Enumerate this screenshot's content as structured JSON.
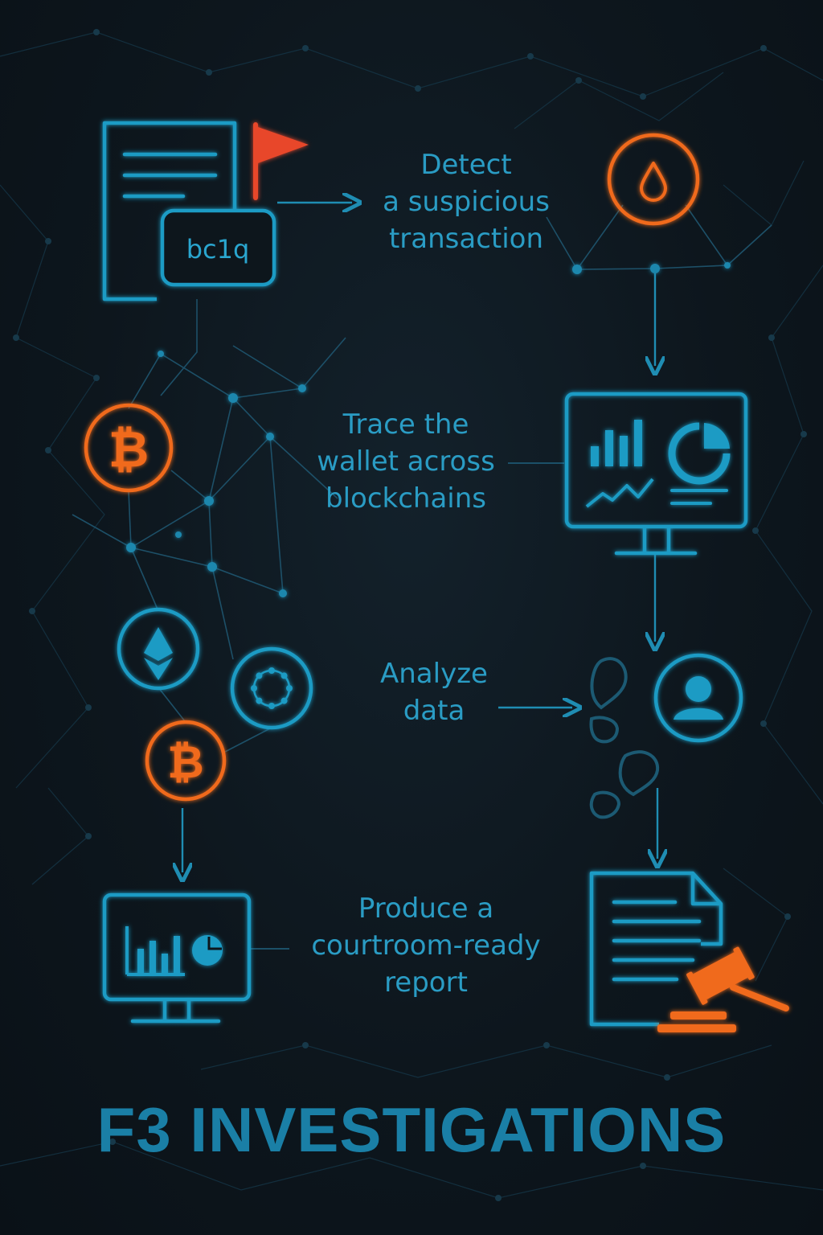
{
  "colors": {
    "background": "#0d161d",
    "accent_blue": "#1f9bc4",
    "text_blue": "#2a9cc4",
    "accent_orange": "#f06a1c",
    "flag_red": "#e8472c",
    "network_line": "#1b4456"
  },
  "steps": [
    {
      "lines": [
        "Detect",
        "a suspicious",
        "transaction"
      ],
      "icon": "flagged-document-icon"
    },
    {
      "lines": [
        "Trace the",
        "wallet across",
        "blockchains"
      ],
      "icon": "analytics-monitor-icon"
    },
    {
      "lines": [
        "Analyze",
        "data"
      ],
      "icon": "user-tracking-icon"
    },
    {
      "lines": [
        "Produce a",
        "courtroom-ready",
        "report"
      ],
      "icon": "legal-report-gavel-icon"
    }
  ],
  "address_tag": "bc1q",
  "icons": {
    "drop": "drop-icon",
    "bitcoin": "bitcoin-icon",
    "ethereum": "ethereum-icon",
    "polkadot": "polkadot-icon",
    "footprints": "footprints-icon",
    "user": "user-icon",
    "gavel": "gavel-icon"
  },
  "brand": "F3 INVESTIGATIONS"
}
